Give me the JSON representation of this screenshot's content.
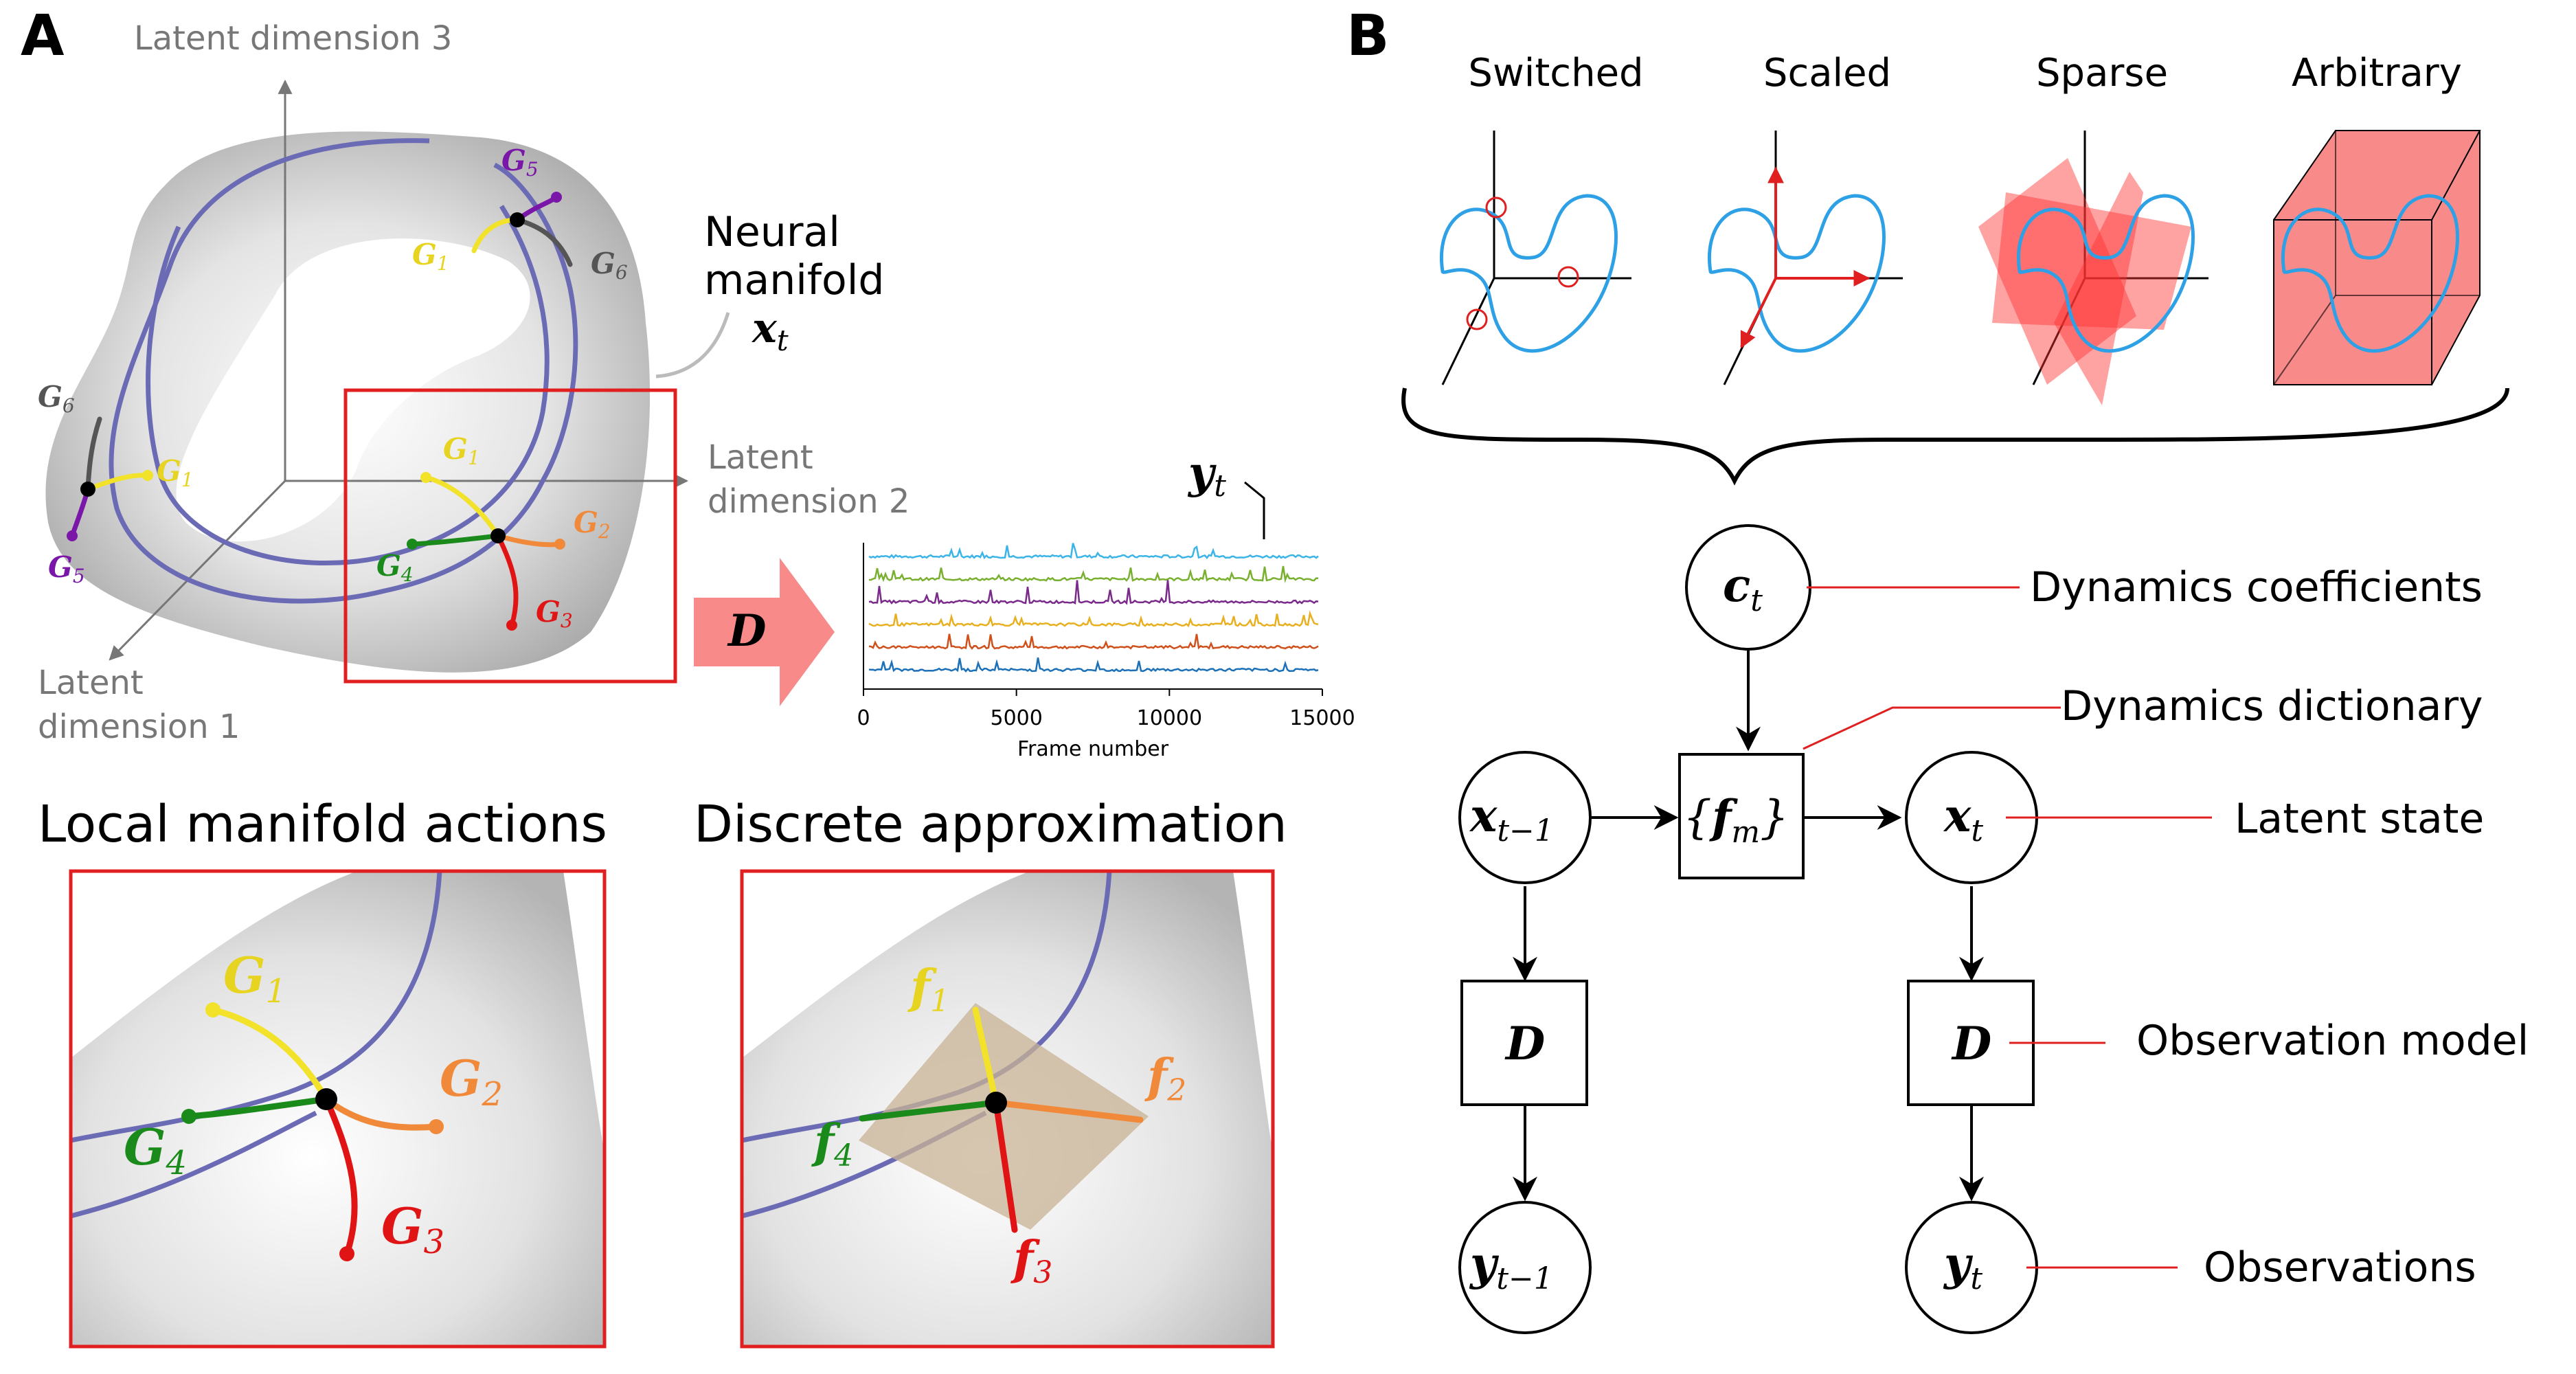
{
  "panel_a": {
    "label": "A",
    "axes": {
      "dim1_line1": "Latent",
      "dim1_line2": "dimension 1",
      "dim2_line1": "Latent",
      "dim2_line2": "dimension 2",
      "dim3": "Latent dimension 3"
    },
    "manifold_label_line1": "Neural",
    "manifold_label_line2": "manifold",
    "manifold_symbol": "x",
    "manifold_symbol_sub": "t",
    "generators": {
      "g1": "G",
      "g1_sub": "1",
      "g2": "G",
      "g2_sub": "2",
      "g3": "G",
      "g3_sub": "3",
      "g4": "G",
      "g4_sub": "4",
      "g5": "G",
      "g5_sub": "5",
      "g6": "G",
      "g6_sub": "6"
    },
    "arrow_label": "D",
    "trace_symbol": "y",
    "trace_symbol_sub": "t",
    "trace_xlabel": "Frame number",
    "trace_ticks": [
      "0",
      "5000",
      "10000",
      "15000"
    ],
    "bottom_left_title": "Local manifold actions",
    "bottom_right_title": "Discrete approximation",
    "f_labels": {
      "f1": "f",
      "f1_sub": "1",
      "f2": "f",
      "f2_sub": "2",
      "f3": "f",
      "f3_sub": "3",
      "f4": "f",
      "f4_sub": "4"
    }
  },
  "panel_b": {
    "label": "B",
    "categories": [
      "Switched",
      "Scaled",
      "Sparse",
      "Arbitrary"
    ],
    "nodes": {
      "c": "c",
      "c_sub": "t",
      "x_prev": "x",
      "x_prev_sub": "t−1",
      "f_set_open": "{",
      "f_set_sym": "f",
      "f_set_sub": "m",
      "f_set_close": "}",
      "x_cur": "x",
      "x_cur_sub": "t",
      "d_left": "D",
      "d_right": "D",
      "y_prev": "y",
      "y_prev_sub": "t−1",
      "y_cur": "y",
      "y_cur_sub": "t"
    },
    "annotations": {
      "dynamics_coefficients": "Dynamics coefficients",
      "dynamics_dictionary": "Dynamics dictionary",
      "latent_state": "Latent state",
      "observation_model": "Observation model",
      "observations": "Observations"
    }
  },
  "colors": {
    "g1": "#f2e22a",
    "g2": "#f08a3a",
    "g3": "#e01414",
    "g4": "#1a8a1a",
    "g5": "#7a16a8",
    "g6": "#555555",
    "trajectory": "#6b6bb5",
    "red_box": "#e02020",
    "curve_blue": "#2ea0e6",
    "traces": [
      "#3bb4e8",
      "#79b030",
      "#7a2a8a",
      "#e8b020",
      "#d0501c",
      "#1b70b8"
    ]
  }
}
